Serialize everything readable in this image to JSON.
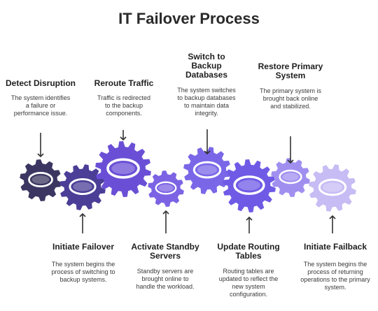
{
  "title": "IT Failover Process",
  "steps": [
    {
      "label": "Detect Disruption",
      "desc": "The system identifies a failure or performance issue.",
      "color": "#3b3661"
    },
    {
      "label": "Initiate Failover",
      "desc": "The system begins the process of switching to backup systems.",
      "color": "#4a3e97"
    },
    {
      "label": "Reroute Traffic",
      "desc": "Traffic is redirected to the backup components.",
      "color": "#6a4fd6"
    },
    {
      "label": "Activate Standby Servers",
      "desc": "Standby servers are brought online to handle the workload.",
      "color": "#7c63e4"
    },
    {
      "label": "Switch to Backup Databases",
      "desc": "The system switches to backup databases to maintain data integrity.",
      "color": "#7a67e8"
    },
    {
      "label": "Update Routing Tables",
      "desc": "Routing tables are updated to reflect the new system configuration.",
      "color": "#6f5ae6"
    },
    {
      "label": "Restore Primary System",
      "desc": "The primary system is brought back online and stabilized.",
      "color": "#a18ff0"
    },
    {
      "label": "Initiate Failback",
      "desc": "The system begins the process of returning operations to the primary system.",
      "color": "#c7bcf4"
    }
  ]
}
